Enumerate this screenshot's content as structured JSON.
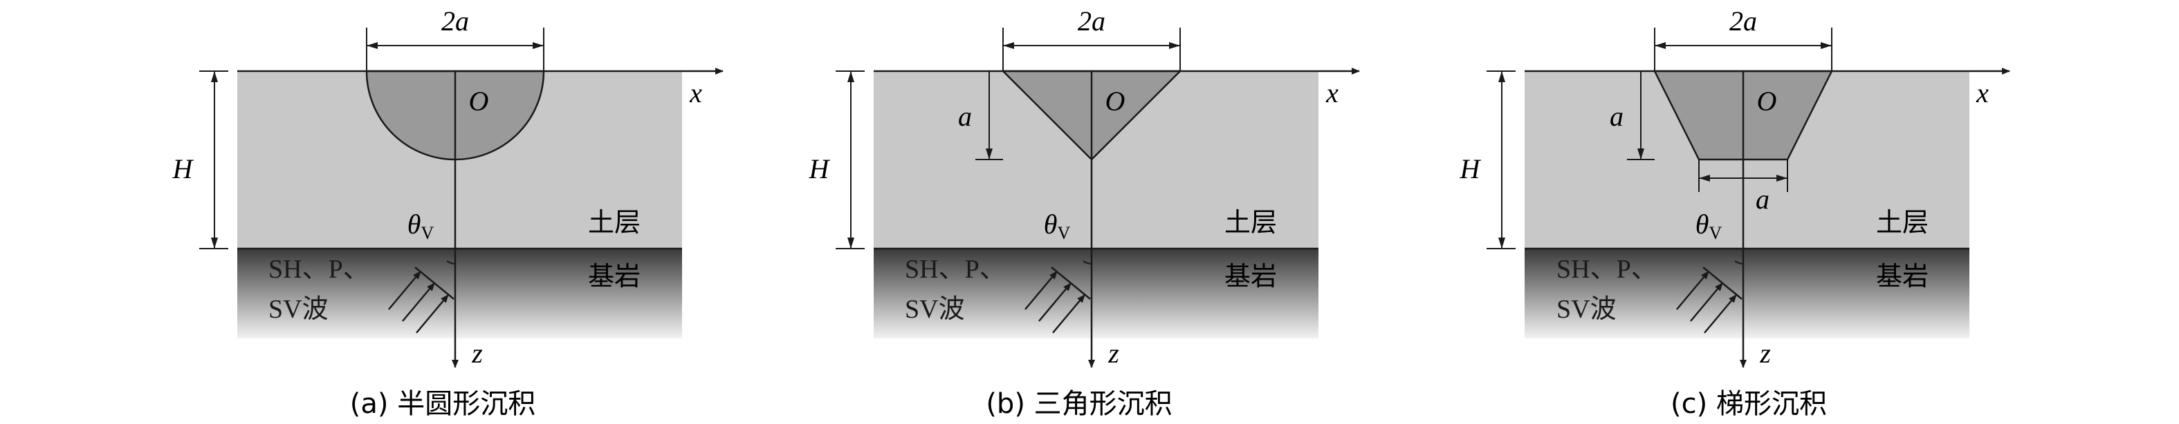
{
  "panels": [
    {
      "id": "a",
      "shape": "semicircle",
      "width_label": "2a",
      "depth_label": "",
      "bottom_label": "",
      "caption": "(a) 半圆形沉积"
    },
    {
      "id": "b",
      "shape": "triangle",
      "width_label": "2a",
      "depth_label": "a",
      "bottom_label": "",
      "caption": "(b) 三角形沉积"
    },
    {
      "id": "c",
      "shape": "trapezoid",
      "width_label": "2a",
      "depth_label": "a",
      "bottom_label": "a",
      "caption": "(c) 梯形沉积"
    }
  ],
  "labels": {
    "origin": "O",
    "x_axis": "x",
    "z_axis": "z",
    "height": "H",
    "angle_symbol": "θ",
    "angle_subscript": "V",
    "soil_layer": "土层",
    "bedrock": "基岩",
    "waves_line1": "SH、P、",
    "waves_line2": "SV波"
  },
  "colors": {
    "soil": "#c8c8c8",
    "deposit": "#9a9a9a",
    "bedrock_top": "#3a3a3a",
    "bedrock_bottom": "#f2f2f2",
    "ink": "#1a1a1a"
  }
}
